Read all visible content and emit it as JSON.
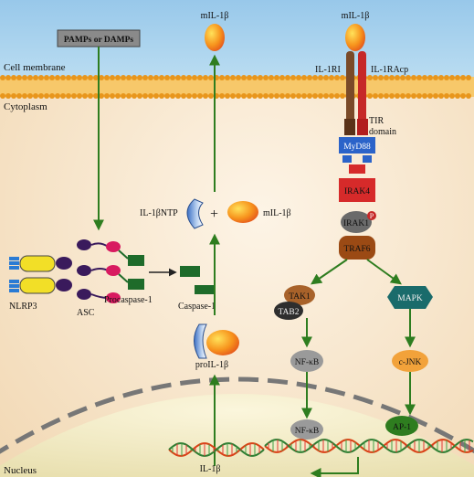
{
  "regions": {
    "cell_membrane": "Cell membrane",
    "cytoplasm": "Cytoplasm",
    "nucleus": "Nucleus"
  },
  "stimulus": "PAMPs or DAMPs",
  "inflammasome": {
    "nlrp3": "NLRP3",
    "asc": "ASC",
    "procaspase": "Procaspase-1",
    "caspase": "Caspase-1"
  },
  "cytokine": {
    "proil1b": "proIL-1β",
    "ntp": "IL-1βNTP",
    "plus": "+",
    "mature_mid": "mIL-1β",
    "mature_top_center": "mIL-1β",
    "mature_top_right": "mIL-1β",
    "gene": "IL-1β"
  },
  "receptor": {
    "il1ri": "IL-1RI",
    "il1racp": "IL-1RAcp",
    "tir_line1": "TIR",
    "tir_line2": "domain"
  },
  "signaling": {
    "myd88": "MyD88",
    "irak4": "IRAK4",
    "irak1": "IRAK1",
    "phospho": "P",
    "traf6": "TRAF6",
    "tak1": "TAK1",
    "tab2": "TAB2",
    "mapk": "MAPK",
    "nfkb_cyto": "NF-κB",
    "nfkb_nuc": "NF-κB",
    "cjnk": "c-JNK",
    "ap1": "AP-1"
  },
  "colors": {
    "extracellular": "#a9d4ee",
    "cytoplasm": "#f6e4c9",
    "membrane": "#f0a531",
    "arrow": "#2e7d1f",
    "pro_caspase": "#d81b60",
    "caspase": "#1e6b2a",
    "nlrp3": "#f2df27",
    "irak4": "#d62a2a",
    "traf6": "#9b4a14",
    "mapk": "#1a6b6b",
    "tak1": "#a8622a",
    "tab2": "#2e2e2e",
    "nfkb": "#9a9a9a",
    "cjnk": "#f2a23a",
    "ap1": "#2e7d1f"
  }
}
